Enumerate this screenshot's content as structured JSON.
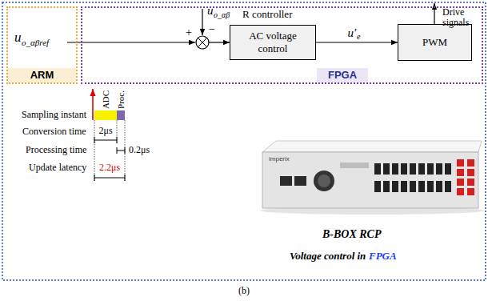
{
  "diagram": {
    "caption": "(b)",
    "nodes": [
      {
        "text": [
          "ARM"
        ]
      },
      {
        "text": [
          "FPGA"
        ]
      },
      {
        "text": [
          "AC voltage control"
        ],
        "in": 1
      },
      {
        "text": [
          "PWM"
        ],
        "in": 1
      }
    ],
    "edges": [
      {
        "from": 2,
        "to": 3,
        "arrow": "to",
        "label": "u′"
      }
    ],
    "labels": [
      "u",
      "o_αβref",
      "+",
      "−",
      "u",
      "o_αβ",
      "R controller",
      "e",
      "Drive signals",
      "ADC",
      "Proc.",
      "Sampling instant",
      "Conversion time",
      "2μs",
      "Processing time",
      "0.2μs",
      "Update latency",
      "2.2μs",
      "imperix",
      "B-BOX RCP",
      "Voltage control in",
      "FPGA"
    ]
  }
}
